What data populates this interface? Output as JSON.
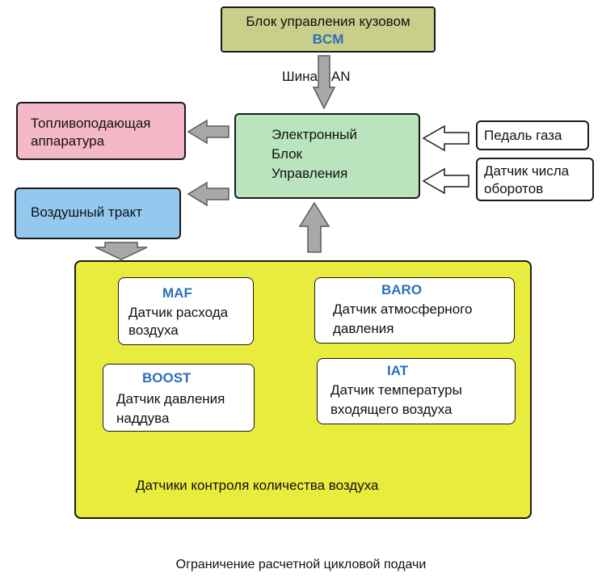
{
  "bcm": {
    "title": "Блок управления кузовом",
    "abbr": "BCM",
    "color": "#c9cf8a"
  },
  "can_bus": "Шина CAN",
  "ecu": {
    "line1": "Электронный",
    "line2": "Блок",
    "line3": "Управления",
    "color": "#b9e4bd"
  },
  "fuel": {
    "line1": "Топливоподающая",
    "line2": "аппаратура",
    "color": "#f5b8c8"
  },
  "air_path": {
    "label": "Воздушный тракт",
    "color": "#93c9ee"
  },
  "pedal": "Педаль газа",
  "rpm": {
    "line1": "Датчик числа",
    "line2": "оборотов"
  },
  "sensors_group": {
    "label": "Датчики контроля количества воздуха",
    "color": "#e8ec3d"
  },
  "sensors": {
    "maf": {
      "abbr": "MAF",
      "line1": "Датчик расхода",
      "line2": "воздуха"
    },
    "baro": {
      "abbr": "BARO",
      "line1": "Датчик атмосферного",
      "line2": "давления"
    },
    "boost": {
      "abbr": "BOOST",
      "line1": "Датчик давления",
      "line2": "наддува"
    },
    "iat": {
      "abbr": "IAT",
      "line1": "Датчик температуры",
      "line2": "входящего воздуха"
    }
  },
  "caption": "Ограничение расчетной цикловой подачи"
}
